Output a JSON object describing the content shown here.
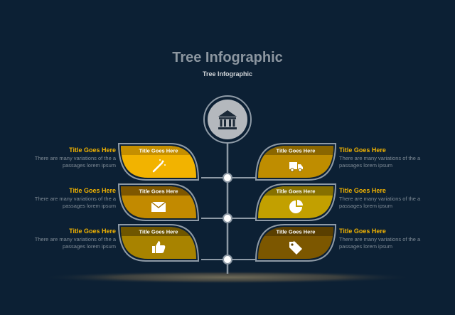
{
  "header": {
    "title": "Tree Infographic",
    "subtitle": "Tree Infographic"
  },
  "colors": {
    "background": "#0c2034",
    "outline": "#8e9aa6",
    "heading": "#f2b300",
    "body_text": "#7f8b96"
  },
  "root_icon": "bank-icon",
  "branches": [
    {
      "side": "left",
      "title": "Title Goes Here",
      "heading": "Title Goes Here",
      "body": "There are many variations of the a passages lorem ipsum",
      "icon": "magic-wand-icon",
      "color": "#f2b300",
      "band": "#c58f00"
    },
    {
      "side": "right",
      "title": "Title Goes Here",
      "heading": "Title Goes Here",
      "body": "There are many variations of the a passages lorem ipsum",
      "icon": "truck-icon",
      "color": "#bf8d00",
      "band": "#8a6600"
    },
    {
      "side": "left",
      "title": "Title Goes Here",
      "heading": "Title Goes Here",
      "body": "There are many variations of the a passages lorem ipsum",
      "icon": "envelope-icon",
      "color": "#c28a00",
      "band": "#7e5700"
    },
    {
      "side": "right",
      "title": "Title Goes Here",
      "heading": "Title Goes Here",
      "body": "There are many variations of the a passages lorem ipsum",
      "icon": "pie-chart-icon",
      "color": "#c2a000",
      "band": "#867000"
    },
    {
      "side": "left",
      "title": "Title Goes Here",
      "heading": "Title Goes Here",
      "body": "There are many variations of the a passages lorem ipsum",
      "icon": "thumbs-up-icon",
      "color": "#a88300",
      "band": "#6f5600"
    },
    {
      "side": "right",
      "title": "Title Goes Here",
      "heading": "Title Goes Here",
      "body": "There are many variations of the a passages lorem ipsum",
      "icon": "price-tag-icon",
      "color": "#7c5700",
      "band": "#5a3f00"
    }
  ]
}
